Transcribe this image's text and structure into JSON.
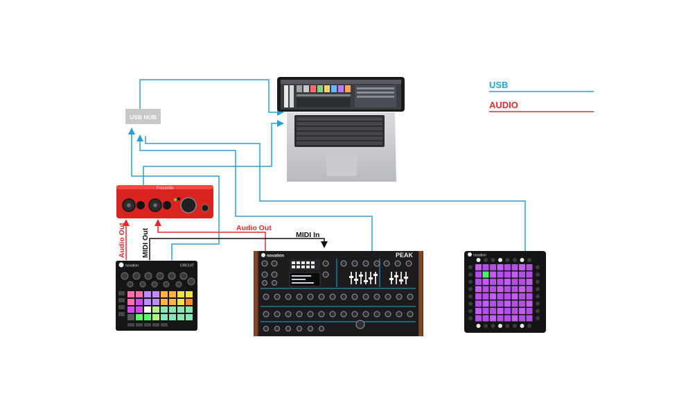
{
  "legend": {
    "usb_label": "USB",
    "audio_label": "AUDIO",
    "usb_color": "#2a9fd6",
    "audio_color": "#e02b2b"
  },
  "hub": {
    "label": "USB HUB"
  },
  "connections": {
    "audio_out_left": "Audio Out",
    "midi_out": "MIDI Out",
    "audio_out_synth": "Audio Out",
    "midi_in": "MIDI In"
  },
  "devices": {
    "interface_brand": "Focusrite",
    "circuit_brand": "novation",
    "circuit_name": "CIRCUIT",
    "peak_brand": "novation",
    "peak_name": "PEAK",
    "launchpad_brand": "novation"
  }
}
